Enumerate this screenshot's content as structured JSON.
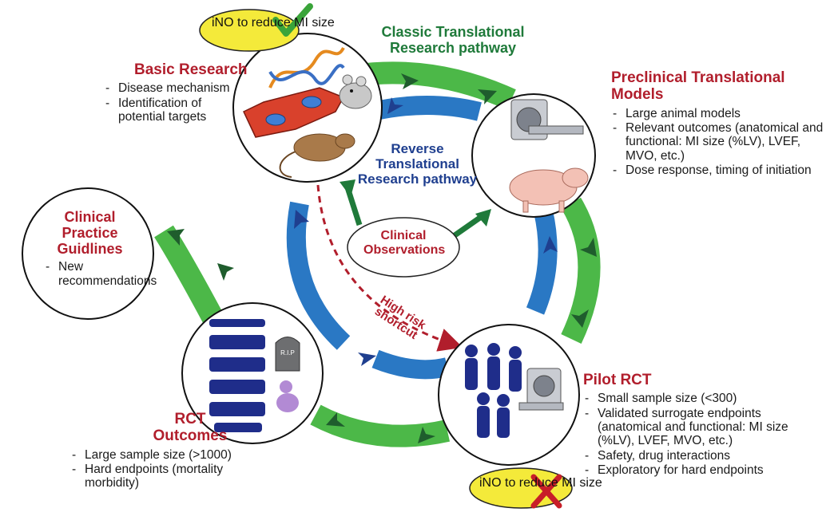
{
  "pathways": {
    "classic": "Classic Translational Research pathway",
    "reverse": "Reverse Translational Research pathway"
  },
  "basic_research": {
    "title": "Basic Research",
    "items": [
      "Disease mechanism",
      "Identification of potential targets"
    ]
  },
  "preclinical": {
    "title": "Preclinical Translational Models",
    "items": [
      "Large animal models",
      "Relevant outcomes (anatomical and functional: MI size (%LV), LVEF, MVO, etc.)",
      "Dose response, timing of initiation"
    ]
  },
  "pilot_rct": {
    "title": "Pilot RCT",
    "items": [
      "Small sample size (<300)",
      "Validated surrogate endpoints (anatomical and functional: MI size (%LV), LVEF, MVO, etc.)",
      "Safety, drug interactions",
      "Exploratory for hard endpoints"
    ]
  },
  "rct_outcomes": {
    "title": "RCT Outcomes",
    "items": [
      "Large sample size (>1000)",
      "Hard endpoints (mortality morbidity)"
    ]
  },
  "clinical_practice": {
    "title": "Clinical Practice Guidlines",
    "items": [
      "New recommendations"
    ]
  },
  "clinical_observations": "Clinical Observations",
  "high_risk_shortcut": "High risk shortcut",
  "ino_top": "iNO to reduce MI size",
  "ino_bottom": "iNO to reduce MI size",
  "tombstone_text": "R.I.P",
  "colors": {
    "classic_green": "#4cb848",
    "reverse_blue": "#2a78c4",
    "title_red": "#b11e2c",
    "green_text": "#1f7a3a",
    "blue_text": "#1f3f8f",
    "callout_yellow": "#f4ea3a",
    "figure_blue": "#1f2d8a"
  }
}
